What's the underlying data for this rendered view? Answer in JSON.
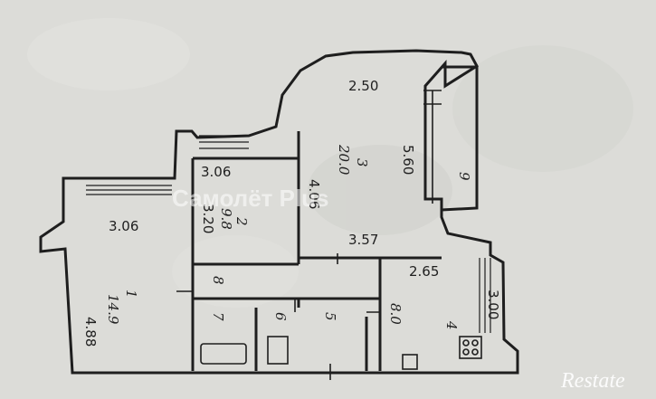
{
  "rooms": {
    "r1": {
      "number": "1",
      "area": "14.9",
      "width": "3.06",
      "length": "4.88"
    },
    "r2": {
      "number": "2",
      "area": "9.8",
      "width": "3.06",
      "length": "3.20"
    },
    "r3": {
      "number": "3",
      "area": "20.0",
      "width": "2.50",
      "length": "5.60",
      "bottom": "3.57",
      "side": "4.06"
    },
    "r4": {
      "number": "4",
      "area": "8.0",
      "width": "2.65",
      "length": "3.00"
    },
    "r5": {
      "number": "5"
    },
    "r6": {
      "number": "6"
    },
    "r7": {
      "number": "7"
    },
    "r8": {
      "number": "8"
    },
    "r9": {
      "number": "9"
    }
  },
  "watermark": "Самолёт Plus",
  "logo": "Restate"
}
